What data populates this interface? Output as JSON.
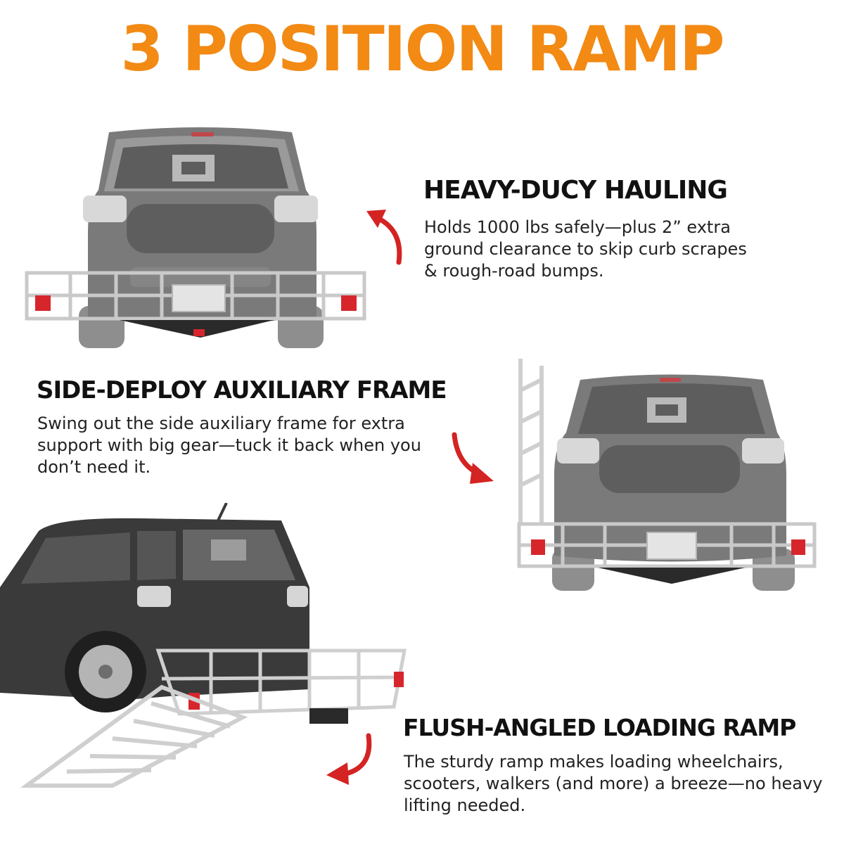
{
  "title": "3 POSITION RAMP",
  "accent_color": "#f28a14",
  "arrow_color": "#d42323",
  "sections": [
    {
      "heading": "HEAVY-DUCY HAULING",
      "text": "Holds 1000 lbs safely—plus 2” extra ground clearance to skip curb scrapes & rough-road bumps."
    },
    {
      "heading": "SIDE-DEPLOY AUXILIARY FRAME",
      "text": "Swing out the side auxiliary frame for extra support with big gear—tuck it back when you don’t need it."
    },
    {
      "heading": "FLUSH-ANGLED LOADING RAMP",
      "text": "The sturdy ramp makes loading wheelchairs, scooters, walkers (and more) a breeze—no heavy lifting needed."
    }
  ]
}
